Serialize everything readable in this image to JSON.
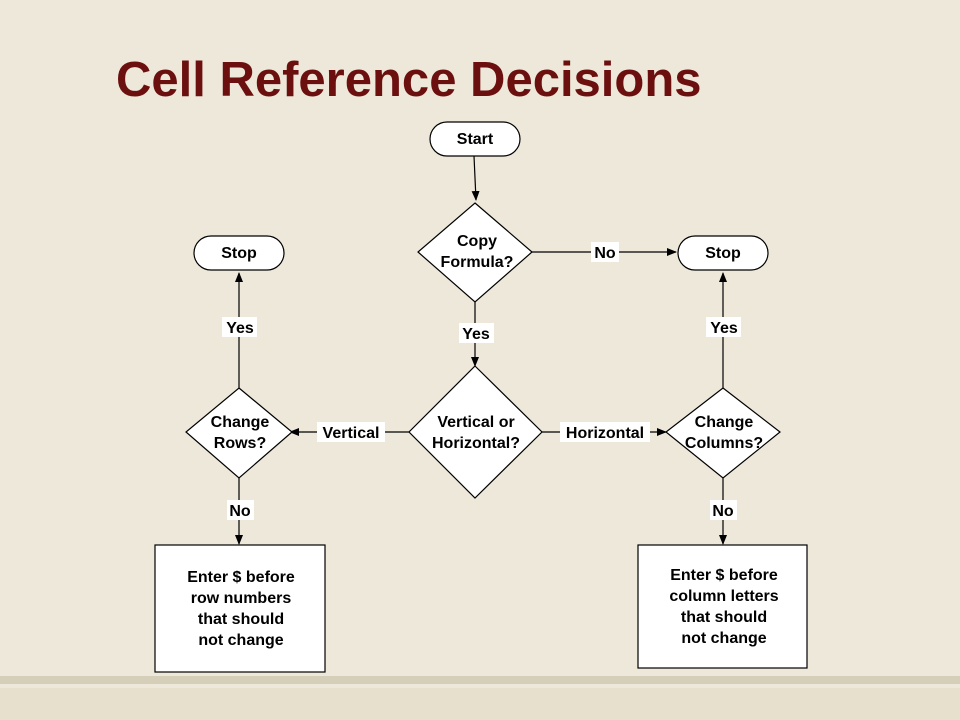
{
  "title": "Cell Reference Decisions",
  "nodes": {
    "start": "Start",
    "copy_formula": [
      "Copy",
      "Formula?"
    ],
    "vert_or_horiz": [
      "Vertical or",
      "Horizontal?"
    ],
    "change_rows": [
      "Change",
      "Rows?"
    ],
    "change_columns": [
      "Change",
      "Columns?"
    ],
    "stop_left": "Stop",
    "stop_right": "Stop",
    "rows_action": [
      "Enter $ before",
      "row numbers",
      "that should",
      "not change"
    ],
    "cols_action": [
      "Enter $ before",
      "column letters",
      "that should",
      "not change"
    ]
  },
  "edge_labels": {
    "copy_no": "No",
    "copy_yes": "Yes",
    "vertical": "Vertical",
    "horizontal": "Horizontal",
    "rows_yes": "Yes",
    "rows_no": "No",
    "cols_yes": "Yes",
    "cols_no": "No"
  },
  "colors": {
    "title": "#6b0f0f",
    "background": "#ede8d9",
    "shape_fill": "#ffffff",
    "line": "#000000"
  }
}
